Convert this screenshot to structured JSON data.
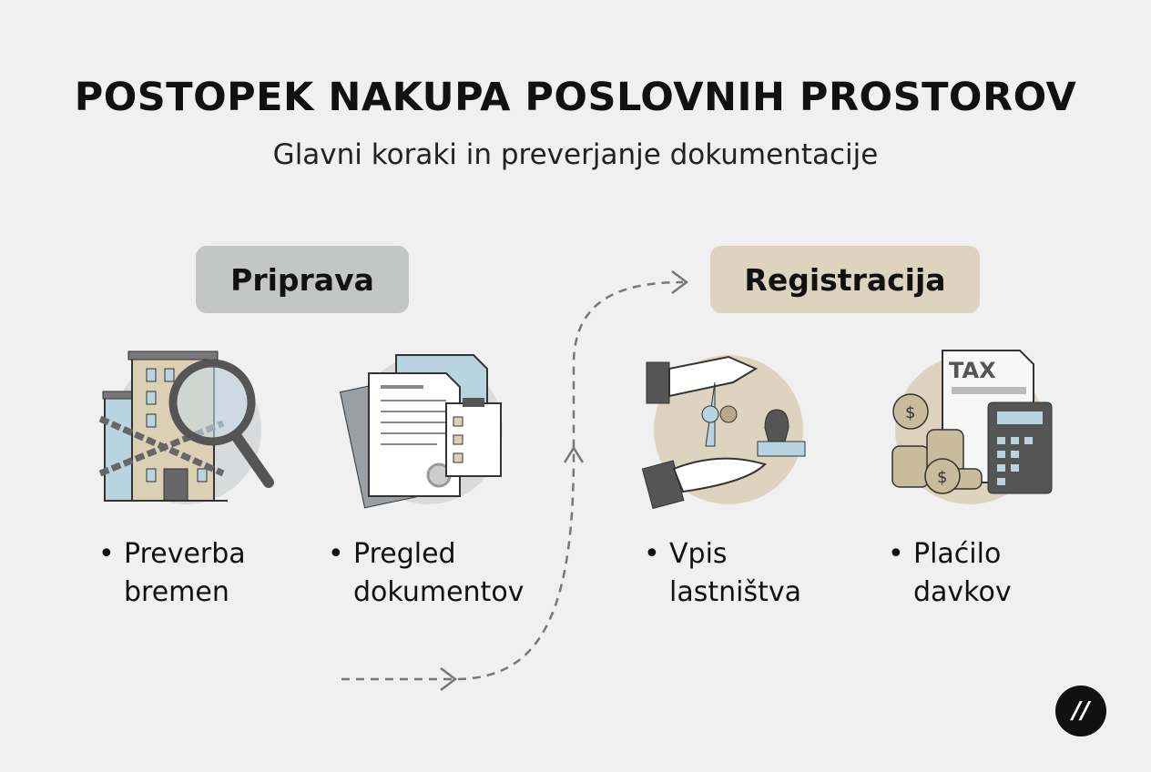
{
  "header": {
    "title": "POSTOPEK NAKUPA POSLOVNIH PROSTOROV",
    "subtitle": "Glavni koraki in preverjanje dokumentacije"
  },
  "phases": [
    {
      "label": "Priprava",
      "color": "#c4c6c6",
      "steps": [
        {
          "line1": "Preverba",
          "line2": "bremen",
          "icon": "building-chain-magnifier-icon"
        },
        {
          "line1": "Pregled",
          "line2": "dokumentov",
          "icon": "documents-checklist-icon"
        }
      ]
    },
    {
      "label": "Registracija",
      "color": "#ddd3be",
      "steps": [
        {
          "line1": "Vpis",
          "line2": "lastništva",
          "icon": "keys-handover-stamp-icon"
        },
        {
          "line1": "Plaćilo",
          "line2": "davkov",
          "icon": "tax-calculator-coins-icon"
        }
      ]
    }
  ],
  "illustration_text": {
    "tax": "TAX"
  },
  "bullet": "•",
  "logo": "//"
}
